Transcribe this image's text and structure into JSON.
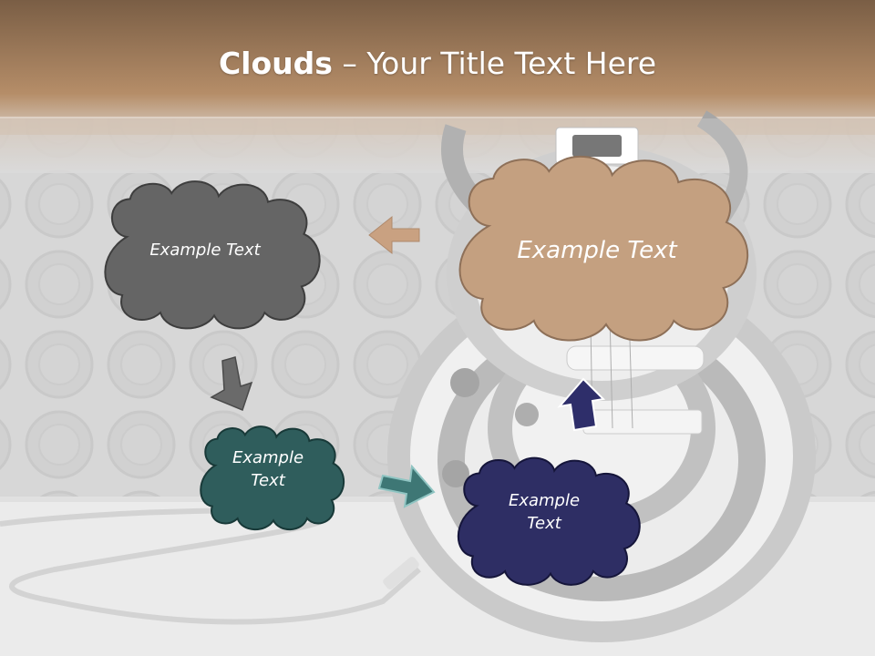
{
  "title": {
    "bold": "Clouds",
    "dash": " – ",
    "rest": "Your Title Text Here"
  },
  "clouds": [
    {
      "text": "Example Text",
      "fill": "#656565"
    },
    {
      "text": "Example Text",
      "fill": "#C4A080"
    },
    {
      "text": "Example\nText",
      "fill": "#2F5D5C"
    },
    {
      "text": "Example\nText",
      "fill": "#2E2E64"
    }
  ],
  "colors": {
    "header_top": "#7A5E45",
    "header_bottom": "#B58D68",
    "arrow_tan": "#C9A181",
    "arrow_gray": "#6A6A6A",
    "arrow_teal": "#3E7775",
    "arrow_navy": "#2E2E6A"
  }
}
